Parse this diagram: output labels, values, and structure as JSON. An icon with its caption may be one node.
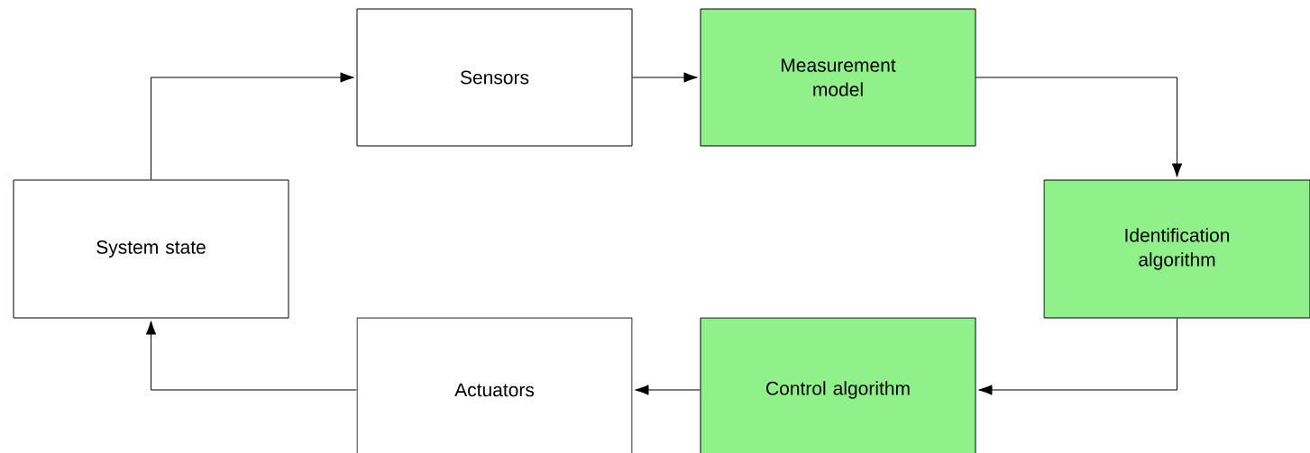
{
  "diagram": {
    "nodes": [
      {
        "text": [
          "System state"
        ]
      },
      {
        "text": [
          "Sensors"
        ]
      },
      {
        "text": [
          "Measurement model"
        ]
      },
      {
        "text": [
          "Identification algorithm"
        ]
      },
      {
        "text": [
          "Control algorithm"
        ]
      },
      {
        "text": [
          "Actuators"
        ]
      }
    ],
    "edges": [
      {
        "from": 0,
        "to": 1,
        "arrow": "to"
      },
      {
        "from": 1,
        "to": 2,
        "arrow": "to"
      },
      {
        "from": 2,
        "to": 3,
        "arrow": "to"
      },
      {
        "from": 3,
        "to": 4,
        "arrow": "to"
      },
      {
        "from": 4,
        "to": 5,
        "arrow": "to"
      },
      {
        "from": 5,
        "to": 0,
        "arrow": "to"
      }
    ]
  }
}
